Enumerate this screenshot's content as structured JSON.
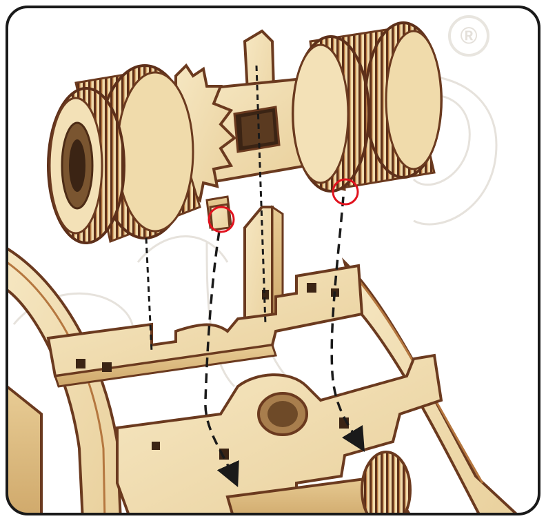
{
  "watermark": {
    "registered_symbol": "®"
  },
  "colors": {
    "frame_border": "#1a1a1a",
    "wood_face": "#f1dfb3",
    "wood_side": "#e2c48d",
    "wood_edge": "#6b3a1f",
    "wood_edge_light": "#b5773f",
    "marker_circle": "#e1121e",
    "guide_line": "#1a1a1a",
    "watermark": "#e8e5df"
  },
  "icons": {
    "marker": "red-circle-icon",
    "arrow": "dashed-arrow-icon",
    "watermark": "registered-trademark-icon"
  },
  "diagram": {
    "kind": "assembly-instruction",
    "markers": 2,
    "guides": 4,
    "arrows": 2
  }
}
